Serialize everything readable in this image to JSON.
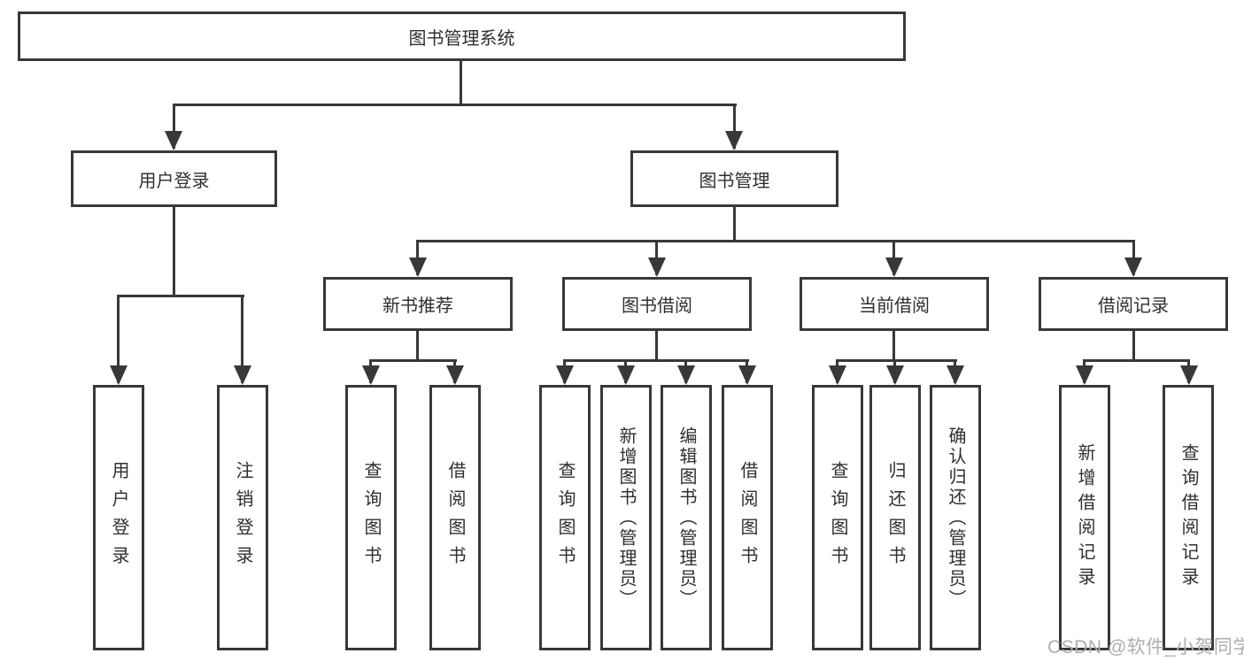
{
  "diagram": {
    "root": {
      "label": "图书管理系统"
    },
    "level2": [
      {
        "label": "用户登录"
      },
      {
        "label": "图书管理"
      }
    ],
    "level3": [
      {
        "label": "新书推荐"
      },
      {
        "label": "图书借阅"
      },
      {
        "label": "当前借阅"
      },
      {
        "label": "借阅记录"
      }
    ],
    "leaves": {
      "user_login": [
        "用户登录",
        "注销登录"
      ],
      "new_book_recommend": [
        "查询图书",
        "借阅图书"
      ],
      "book_borrow": [
        "查询图书",
        "新增图书（管理员）",
        "编辑图书（管理员）",
        "借阅图书"
      ],
      "current_borrow": [
        "查询图书",
        "归还图书",
        "确认归还（管理员）"
      ],
      "borrow_records": [
        "新增借阅记录",
        "查询借阅记录"
      ]
    }
  },
  "watermark": {
    "text": "CSDN @软件_小贺同学"
  },
  "colors": {
    "line": "#383838",
    "text": "#2f2f2f",
    "watermark": "#aeaeae",
    "background": "#ffffff"
  }
}
